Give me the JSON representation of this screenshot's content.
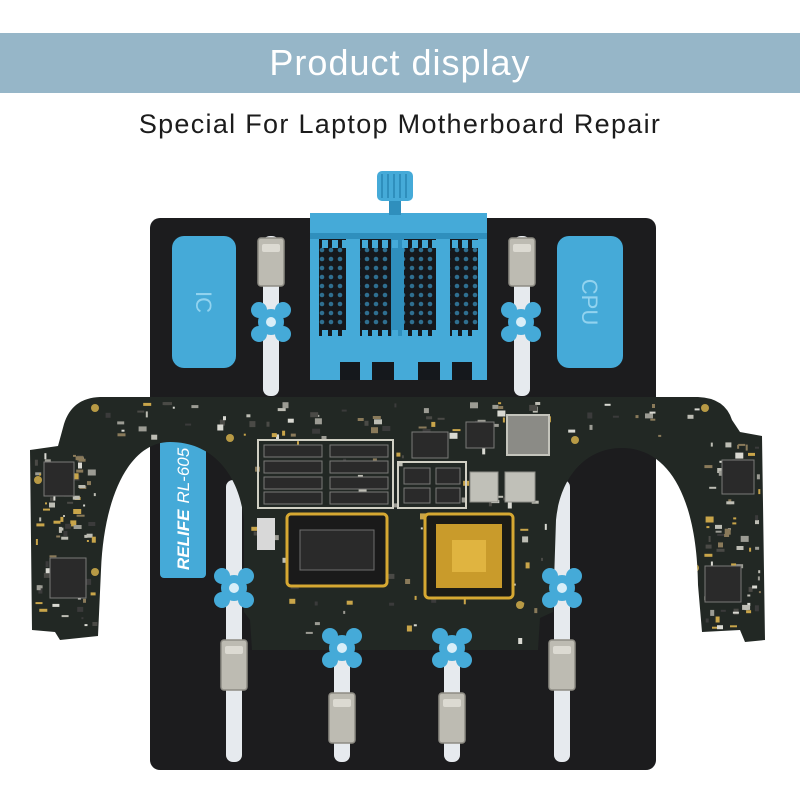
{
  "banner": {
    "title": "Product display"
  },
  "subtitle": "Special For Laptop Motherboard Repair",
  "product": {
    "pad_left_label": "IC",
    "pad_right_label": "CPU",
    "label": {
      "brand": "RELIFE",
      "model": "RL-605"
    }
  },
  "colors": {
    "banner_bg": "#96b6c8",
    "accent_blue": "#45aad8",
    "plate": "#1c1c1e",
    "board": "#222824",
    "gold": "#d6a832"
  },
  "icons": [
    "clamp-knob-icon",
    "tension-knob-icon"
  ]
}
